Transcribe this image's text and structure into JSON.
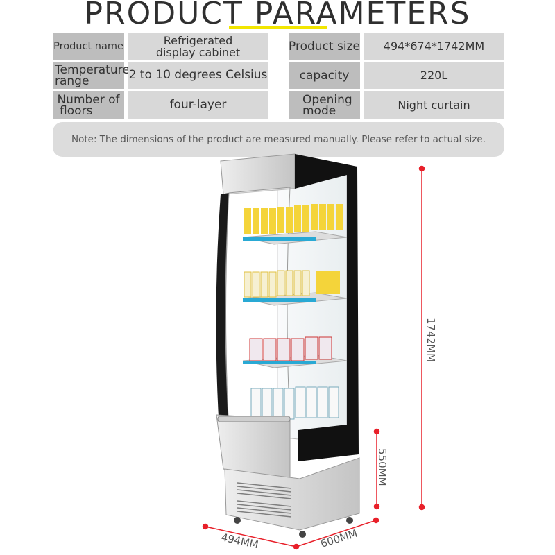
{
  "header": {
    "title": "PRODUCT PARAMETERS"
  },
  "params": {
    "product_name_label": "Product name",
    "product_name_value_line1": "Refrigerated",
    "product_name_value_line2": "display cabinet",
    "product_size_label": "Product size",
    "product_size_value": "494*674*1742MM",
    "temperature_label_line1": "Temperature",
    "temperature_label_line2": "range",
    "temperature_value": "2 to 10 degrees Celsius",
    "capacity_label": "capacity",
    "capacity_value": "220L",
    "floors_label_line1": "Number of",
    "floors_label_line2": "floors",
    "floors_value": "four-layer",
    "opening_label_line1": "Opening",
    "opening_label_line2": "mode",
    "opening_value": "Night curtain"
  },
  "note": "Note: The dimensions of the product are measured manually. Please refer to actual size.",
  "dimensions": {
    "height": "1742MM",
    "base_height": "550MM",
    "width": "494MM",
    "depth": "600MM"
  },
  "colors": {
    "dimension_line": "#e8202a",
    "shelf_edge": "#29a9d4",
    "title_underline": "#f2e600",
    "cabinet_black": "#111111",
    "cabinet_steel": "#d6d6d6"
  }
}
